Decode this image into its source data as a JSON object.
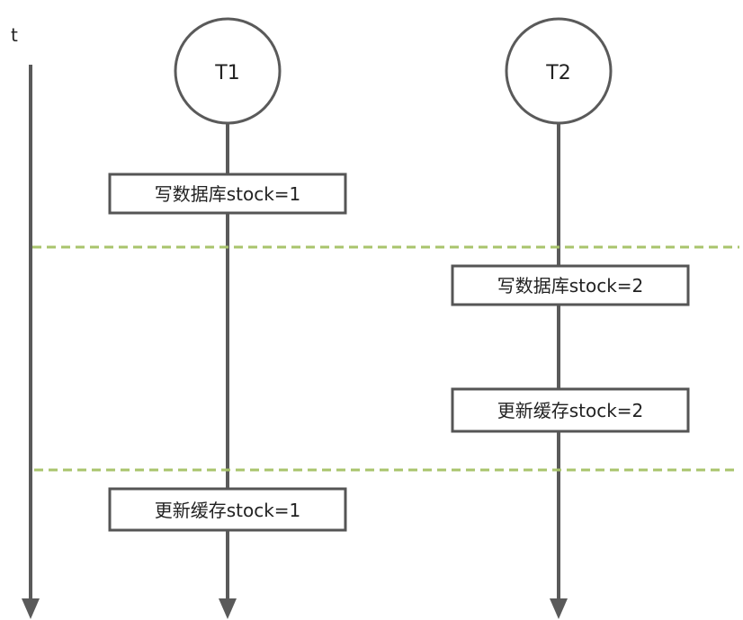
{
  "axis": {
    "label": "t"
  },
  "threads": {
    "t1": {
      "label": "T1"
    },
    "t2": {
      "label": "T2"
    }
  },
  "steps": {
    "t1_write_db": "写数据库stock=1",
    "t2_write_db": "写数据库stock=2",
    "t2_update_cache": "更新缓存stock=2",
    "t1_update_cache": "更新缓存stock=1"
  },
  "colors": {
    "line": "#5a5a5a",
    "box_border": "#555555",
    "separator": "#a9c46c",
    "text": "#222222"
  }
}
